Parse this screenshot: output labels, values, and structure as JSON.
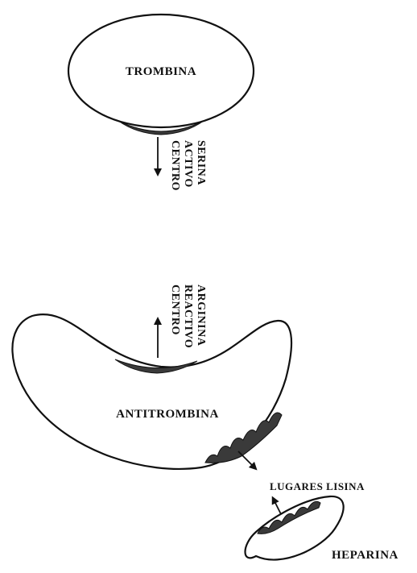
{
  "diagram": {
    "thrombin": {
      "label": "TROMBINA",
      "site_label_lines": [
        "CENTRO",
        "ACTIVO",
        "SERINA"
      ]
    },
    "antithrombin": {
      "label": "ANTITROMBINA",
      "site_label_lines": [
        "CENTRO",
        "REACTIVO",
        "ARGININA"
      ]
    },
    "heparin": {
      "label": "HEPARINA",
      "site_label": "LUGARES LISINA"
    },
    "colors": {
      "outline": "#111111",
      "site_fill": "#3a3a3a",
      "background": "#ffffff"
    }
  }
}
